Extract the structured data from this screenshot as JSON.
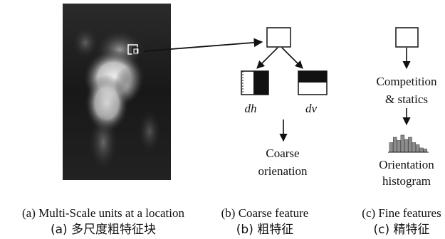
{
  "panel_b": {
    "dh_label": "dh",
    "dv_label": "dv",
    "coarse_line1": "Coarse",
    "coarse_line2": "orienation"
  },
  "panel_c": {
    "competition_line1": "Competition",
    "competition_line2": "& statics",
    "orientation_line1": "Orientation",
    "orientation_line2": "histogram",
    "histogram_levels": [
      0.45,
      0.7,
      0.55,
      0.8,
      0.6,
      0.7,
      0.45,
      0.35,
      0.2,
      0.15
    ]
  },
  "captions": {
    "a_en": "(a) Multi-Scale units at a location",
    "a_zh": "(a) 多尺度粗特征块",
    "b_en": "(b) Coarse feature",
    "b_zh": "(b) 粗特征",
    "c_en": "(c) Fine features",
    "c_zh": "(c) 精特征"
  },
  "colors": {
    "ink": "#111111",
    "photo_dark": "#1e1e1e",
    "photo_light": "#d9d9d9",
    "histogram_bar": "#8c8c8c"
  }
}
